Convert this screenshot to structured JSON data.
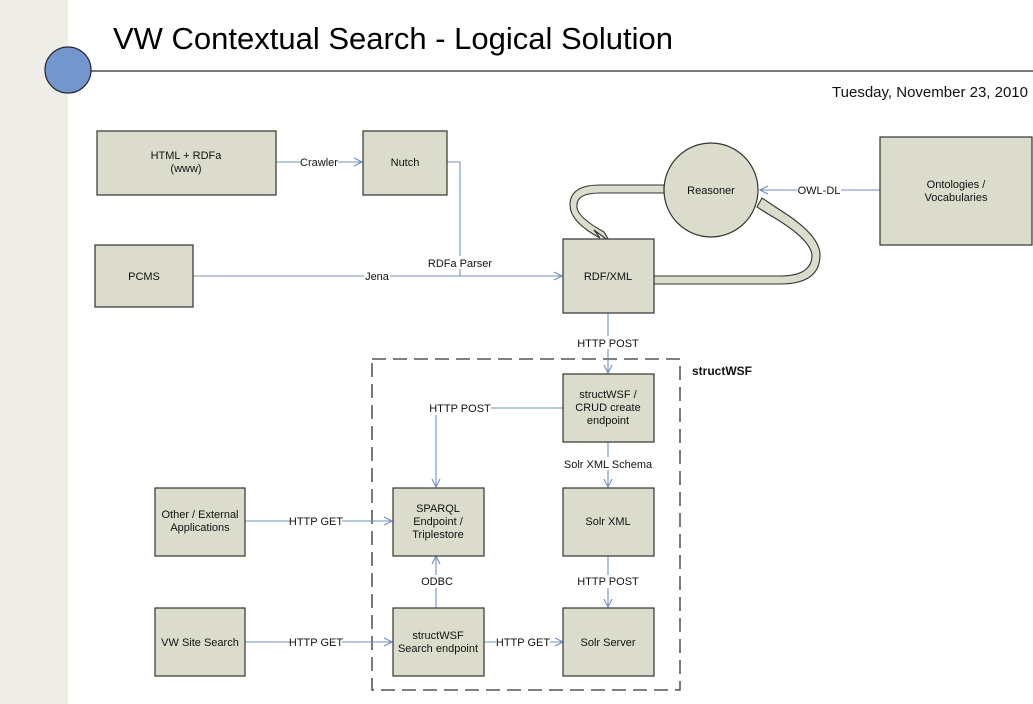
{
  "header": {
    "title": "VW Contextual Search - Logical Solution",
    "date": "Tuesday, November 23, 2010"
  },
  "colors": {
    "sidebar": "#eeeee6",
    "accent_circle": "#7397cc",
    "box_fill": "#dcdccc",
    "connector": "#6f8fbf"
  },
  "group": {
    "label": "structWSF"
  },
  "nodes": {
    "html_rdfa": {
      "lines": [
        "HTML + RDFa",
        "(www)"
      ]
    },
    "nutch": {
      "lines": [
        "Nutch"
      ]
    },
    "pcms": {
      "lines": [
        "PCMS"
      ]
    },
    "rdf_xml": {
      "lines": [
        "RDF/XML"
      ]
    },
    "reasoner": {
      "lines": [
        "Reasoner"
      ]
    },
    "ontologies": {
      "lines": [
        "Ontologies /",
        "Vocabularies"
      ]
    },
    "crud": {
      "lines": [
        "structWSF /",
        "CRUD create",
        "endpoint"
      ]
    },
    "sparql": {
      "lines": [
        "SPARQL",
        "Endpoint /",
        "Triplestore"
      ]
    },
    "solr_xml": {
      "lines": [
        "Solr XML"
      ]
    },
    "other_apps": {
      "lines": [
        "Other / External",
        "Applications"
      ]
    },
    "vw_site_search": {
      "lines": [
        "VW Site Search"
      ]
    },
    "search_endpoint": {
      "lines": [
        "structWSF",
        "Search endpoint"
      ]
    },
    "solr_server": {
      "lines": [
        "Solr Server"
      ]
    }
  },
  "edges": {
    "crawler": "Crawler",
    "rdfa_parser": "RDFa Parser",
    "jena": "Jena",
    "owl_dl": "OWL-DL",
    "http_post_1": "HTTP POST",
    "http_post_2": "HTTP POST",
    "solr_schema": "Solr XML Schema",
    "http_get_1": "HTTP GET",
    "odbc": "ODBC",
    "http_post_3": "HTTP POST",
    "http_get_2": "HTTP GET",
    "http_get_3": "HTTP GET"
  }
}
